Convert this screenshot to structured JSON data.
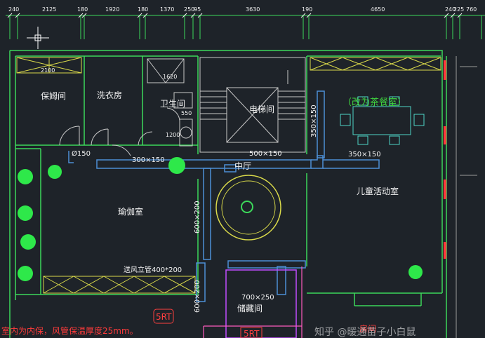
{
  "dimensions_top": [
    "240",
    "2125",
    "180",
    "1920",
    "180",
    "1370",
    "250",
    "95",
    "3630",
    "190",
    "4650",
    "240",
    "225",
    "760"
  ],
  "rooms": {
    "nanny_room": "保姆间",
    "laundry": "洗衣房",
    "bathroom": "卫生间",
    "elevator": "电梯间",
    "tea_room": "（改为茶餐室）",
    "hall": "中厅",
    "kids_room": "儿童活动室",
    "yoga_room": "瑜伽室",
    "storage": "储藏间",
    "study": "房间"
  },
  "ducts": {
    "d1": "Ø150",
    "d2": "300×150",
    "d3": "500×150",
    "d4": "350×150",
    "d5": "350×150",
    "d6": "600×200",
    "d7": "送风立管400*200",
    "d8": "700×250",
    "d9": "600×200"
  },
  "small_dims": {
    "a": "2100",
    "b": "1620",
    "c": "550",
    "d": "1200"
  },
  "tags": {
    "rt1": "5RT",
    "rt2": "5RT"
  },
  "note_bottom": "室内为内保，风管保温厚度25mm。",
  "watermark": "知乎 @暖通苗子小白鼠",
  "colors": {
    "background": "#1e2329",
    "wall": "#3cd85a",
    "duct": "#4d8fd6",
    "dim": "#f0f0f0",
    "grid": "#d9d94a",
    "accent_red": "#ff3b3b",
    "purple": "#c04dff"
  }
}
